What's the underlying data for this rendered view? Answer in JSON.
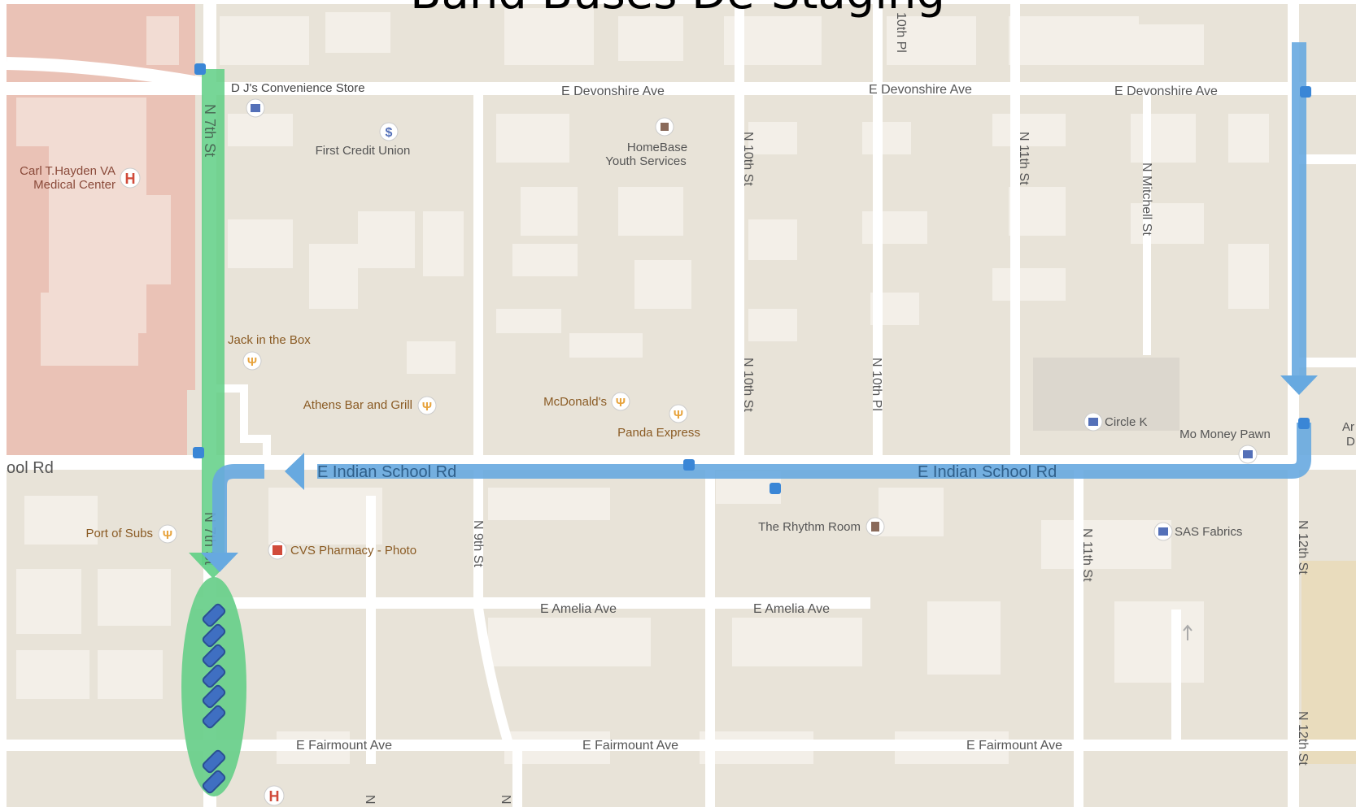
{
  "title": "Band Buses De-Staging",
  "streets": {
    "devonshire": "E Devonshire Ave",
    "indian_school": "E Indian School Rd",
    "indian_school_partial": "ool Rd",
    "amelia": "E Amelia Ave",
    "fairmount": "E Fairmount Ave",
    "n7th": "N 7th St",
    "n9th": "N 9th St",
    "n10th": "N 10th St",
    "n10thpl": "N 10th Pl",
    "n10thpl_top": "10th Pl",
    "n11th": "N 11th St",
    "nmitchell": "N Mitchell St",
    "n12th": "N 12th St",
    "n_partial": "N"
  },
  "places": {
    "dj": "D J's Convenience Store",
    "first_credit": "First Credit Union",
    "homebase_1": "HomeBase",
    "homebase_2": "Youth Services",
    "carl_1": "Carl T.Hayden VA",
    "carl_2": "Medical Center",
    "jack": "Jack in the Box",
    "athens": "Athens Bar and Grill",
    "mcdonalds": "McDonald's",
    "panda": "Panda Express",
    "circlek": "Circle K",
    "momoney": "Mo Money Pawn",
    "port": "Port of Subs",
    "cvs": "CVS Pharmacy - Photo",
    "rhythm": "The Rhythm Room",
    "sas": "SAS Fabrics",
    "edge_ar": "Ar",
    "edge_d": "D"
  },
  "icons": {
    "shopping": "shopping-bag-icon",
    "bank": "dollar-icon",
    "restaurant": "fork-knife-icon",
    "hospital": "hospital-icon",
    "bus_stop": "bus-stop-icon",
    "bus": "bus-icon"
  },
  "colors": {
    "map_bg": "#e8e3d8",
    "block": "#ece7dc",
    "building": "#f6f3ee",
    "road": "#ffffff",
    "hospital_area": "#eac2b6",
    "route_green": "#5fcf85",
    "route_blue": "#67a9e0",
    "staging_area": "#6bd08c",
    "bus": "#3f6fc2",
    "label": "#555555",
    "poi_text": "#8a5b24",
    "poi_icon_orange": "#e7a33c",
    "poi_icon_blue": "#5470b8"
  }
}
